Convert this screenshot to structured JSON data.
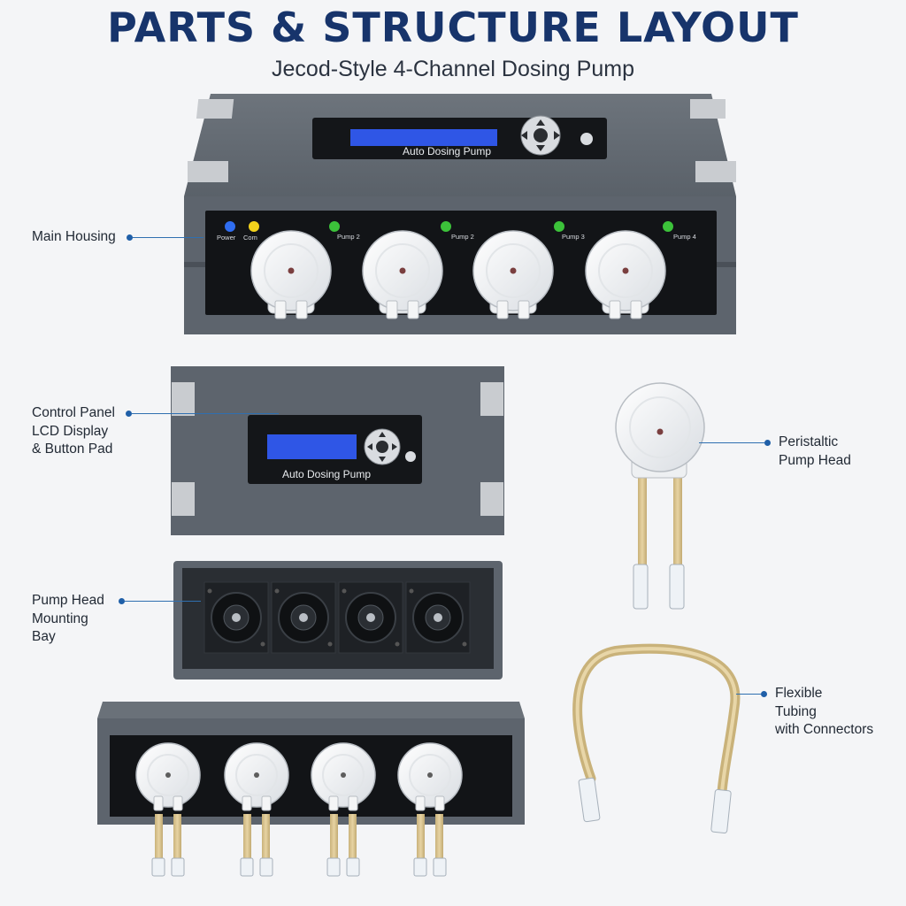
{
  "header": {
    "title": "PARTS & STRUCTURE LAYOUT",
    "subtitle": "Jecod-Style 4-Channel Dosing Pump"
  },
  "callouts": {
    "main_housing": [
      "Main Housing"
    ],
    "control_panel": [
      "Control Panel",
      "LCD Display",
      "& Button Pad"
    ],
    "mounting_bay": [
      "Pump Head",
      "Mounting",
      "Bay"
    ],
    "pump_head": [
      "Peristaltic",
      "Pump Head"
    ],
    "tubing": [
      "Flexible",
      "Tubing",
      "with Connectors"
    ]
  },
  "device": {
    "display_label": "Auto Dosing Pump",
    "indicator_labels": [
      "Power",
      "Com",
      "Pump 2",
      "Pump 2",
      "Pump 3",
      "Pump 4"
    ],
    "indicator_colors": [
      "#2f6df0",
      "#f2d21c",
      "#3cc23a",
      "#3cc23a",
      "#3cc23a",
      "#3cc23a"
    ]
  },
  "colors": {
    "title": "#17346b",
    "housing": "#5d646d",
    "panel": "#121417",
    "lcd": "#2f56e6",
    "tubing": "#d8c290",
    "leader": "#2f6fb0"
  }
}
